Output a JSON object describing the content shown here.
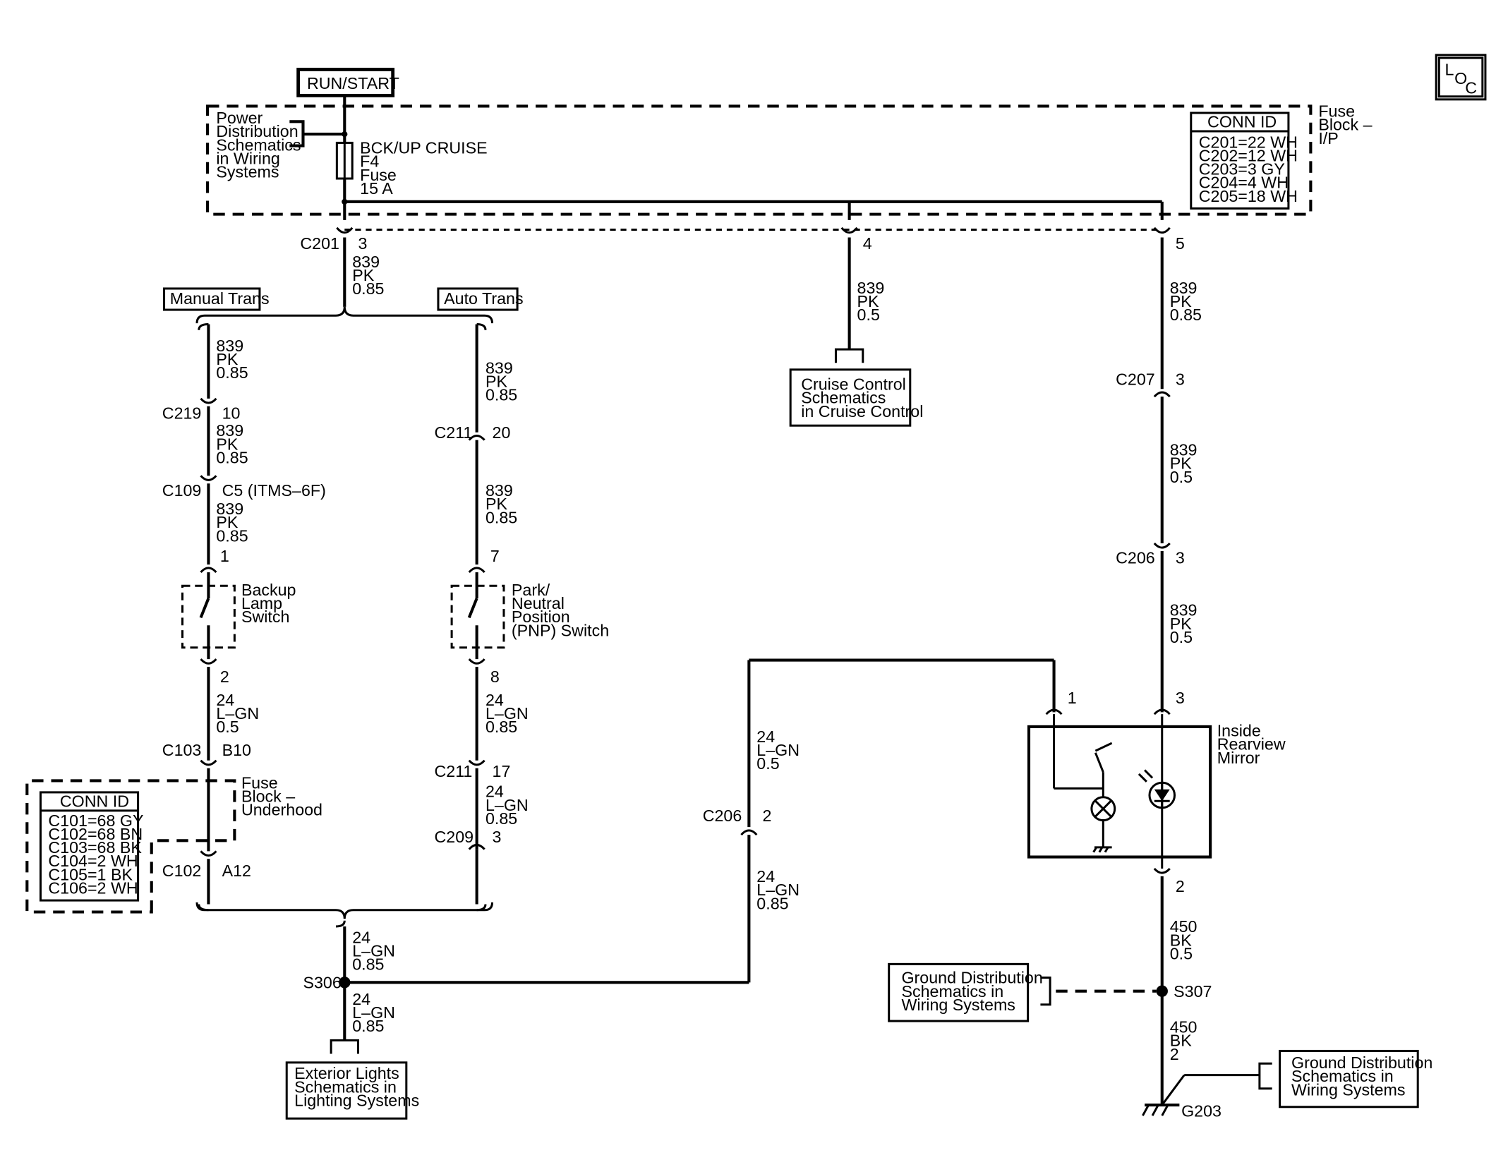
{
  "power": {
    "run_start": "RUN/START"
  },
  "fuse_block_ip": {
    "label": [
      "Fuse",
      "Block –",
      "I/P"
    ],
    "conn_title": "CONN ID",
    "conn": [
      "C201=22 WH",
      "C202=12 WH",
      "C203=3 GY",
      "C204=4 WH",
      "C205=18 WH"
    ],
    "power_ref": [
      "Power",
      "Distribution",
      "Schematics",
      "in Wiring",
      "Systems"
    ],
    "fuse": [
      "BCK/UP CRUISE",
      "F4",
      "Fuse",
      "15 A"
    ]
  },
  "fuse_block_underhood": {
    "label": [
      "Fuse",
      "Block –",
      "Underhood"
    ],
    "conn_title": "CONN ID",
    "conn": [
      "C101=68 GY",
      "C102=68 BN",
      "C103=68 BK",
      "C104=2 WH",
      "C105=1 BK",
      "C106=2 WH"
    ]
  },
  "trans": {
    "manual": "Manual Trans",
    "auto": "Auto Trans"
  },
  "c201": {
    "name": "C201",
    "pin3": "3",
    "pin4": "4",
    "pin5": "5"
  },
  "wires": {
    "w_c201": [
      "839",
      "PK",
      "0.85"
    ],
    "w_man1": [
      "839",
      "PK",
      "0.85"
    ],
    "w_man2": [
      "839",
      "PK",
      "0.85"
    ],
    "w_man3": [
      "839",
      "PK",
      "0.85"
    ],
    "w_man4": [
      "24",
      "L–GN",
      "0.5"
    ],
    "w_aut1": [
      "839",
      "PK",
      "0.85"
    ],
    "w_aut2": [
      "839",
      "PK",
      "0.85"
    ],
    "w_aut3": [
      "24",
      "L–GN",
      "0.85"
    ],
    "w_aut4": [
      "24",
      "L–GN",
      "0.85"
    ],
    "w_s306a": [
      "24",
      "L–GN",
      "0.85"
    ],
    "w_s306b": [
      "24",
      "L–GN",
      "0.85"
    ],
    "w_cruise": [
      "839",
      "PK",
      "0.5"
    ],
    "w_r1": [
      "839",
      "PK",
      "0.85"
    ],
    "w_r2": [
      "839",
      "PK",
      "0.5"
    ],
    "w_r3": [
      "839",
      "PK",
      "0.5"
    ],
    "w_mid1": [
      "24",
      "L–GN",
      "0.5"
    ],
    "w_mid2": [
      "24",
      "L–GN",
      "0.85"
    ],
    "w_bk1": [
      "450",
      "BK",
      "0.5"
    ],
    "w_bk2": [
      "450",
      "BK",
      "2"
    ]
  },
  "connectors": {
    "c219": {
      "name": "C219",
      "pin": "10"
    },
    "c109": {
      "name": "C109",
      "pin": "C5 (ITMS–6F)"
    },
    "c211a": {
      "name": "C211",
      "pin": "20"
    },
    "c211b": {
      "name": "C211",
      "pin": "17"
    },
    "c209": {
      "name": "C209",
      "pin": "3"
    },
    "c103": {
      "name": "C103",
      "pin": "B10"
    },
    "c102": {
      "name": "C102",
      "pin": "A12"
    },
    "c207": {
      "name": "C207",
      "pin": "3"
    },
    "c206a": {
      "name": "C206",
      "pin": "3"
    },
    "c206b": {
      "name": "C206",
      "pin": "2"
    },
    "bl_pin1": "1",
    "bl_pin2": "2",
    "pnp_pin7": "7",
    "pnp_pin8": "8",
    "mir_pin1": "1",
    "mir_pin3": "3",
    "mir_pin2": "2"
  },
  "components": {
    "backup_switch": [
      "Backup",
      "Lamp",
      "Switch"
    ],
    "pnp_switch": [
      "Park/",
      "Neutral",
      "Position",
      "(PNP) Switch"
    ],
    "mirror": [
      "Inside",
      "Rearview",
      "Mirror"
    ]
  },
  "refs": {
    "cruise": [
      "Cruise Control",
      "Schematics",
      "in Cruise Control"
    ],
    "exterior": [
      "Exterior Lights",
      "Schematics in",
      "Lighting Systems"
    ],
    "ground1": [
      "Ground Distribution",
      "Schematics in",
      "Wiring Systems"
    ],
    "ground2": [
      "Ground Distribution",
      "Schematics in",
      "Wiring Systems"
    ]
  },
  "splices": {
    "s306": "S306",
    "s307": "S307",
    "g203": "G203"
  },
  "loc": [
    "L",
    "O",
    "C"
  ]
}
